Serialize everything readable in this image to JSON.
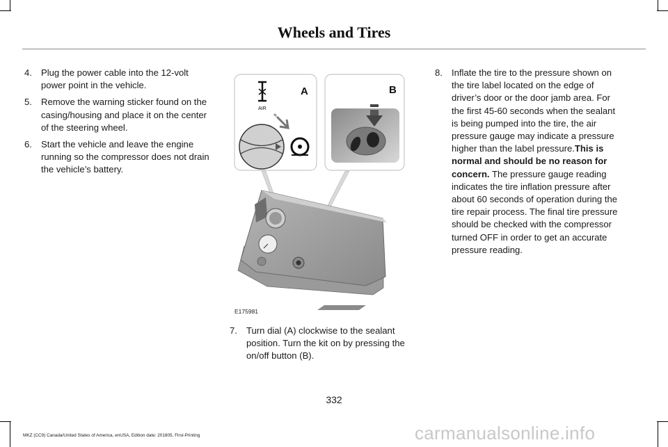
{
  "header": {
    "title": "Wheels and Tires"
  },
  "steps_left": [
    {
      "num": "4.",
      "text": "Plug the power cable into the 12-volt power point in the vehicle."
    },
    {
      "num": "5.",
      "text": "Remove the warning sticker found on the casing/housing and place it on the center of the steering wheel."
    },
    {
      "num": "6.",
      "text": "Start the vehicle and leave the engine running so the compressor does not drain the vehicle’s battery."
    }
  ],
  "figure": {
    "callout_a": "A",
    "callout_b": "B",
    "air_label": "AIR",
    "figure_id": "E175981"
  },
  "step_middle": {
    "num": "7.",
    "text": "Turn dial (A) clockwise to the sealant position. Turn the kit on by pressing the on/off button (B)."
  },
  "step_right": {
    "num": "8.",
    "text_before": "Inflate the tire to the pressure shown on the tire label located on the edge of driver’s door or the door jamb area. For the first 45-60 seconds when the sealant is being pumped into the tire, the air pressure gauge may indicate a pressure higher than the label pressure.",
    "text_bold": "This is normal and should be no reason for concern.",
    "text_after": " The pressure gauge reading indicates the tire inflation pressure after about 60 seconds of operation during the tire repair process. The final tire pressure should be checked with the compressor turned OFF in order to get an accurate pressure reading."
  },
  "page_number": "332",
  "footer": "MKZ (CC9) Canada/United States of America, enUSA, Edition date: 201805, First-Printing",
  "watermark": "carmanualsonline.info"
}
